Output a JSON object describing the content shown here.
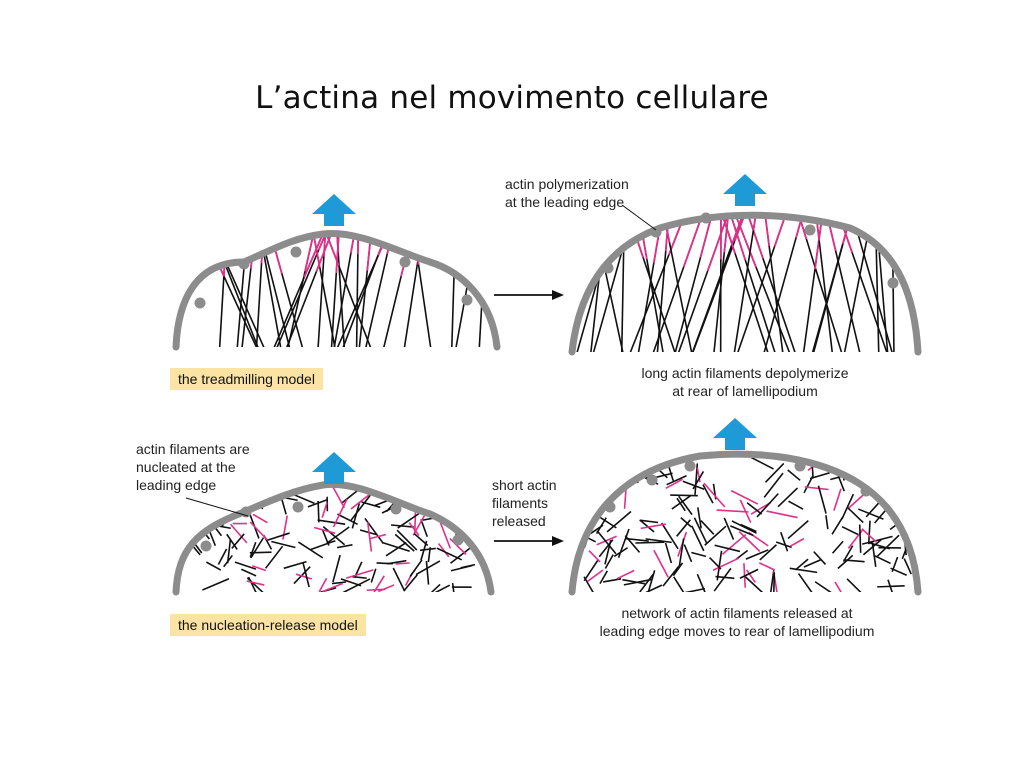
{
  "slide": {
    "title": "L’actina nel movimento cellulare"
  },
  "diagram": {
    "colors": {
      "membrane": "#8c8c8c",
      "filament": "#111111",
      "plus_end": "#e0308a",
      "arrow_up": "#1e9ad6",
      "label_box": "#fbe3a4"
    },
    "treadmilling": {
      "model_label": "the treadmilling model",
      "callout_label": "actin polymerization\nat the leading edge",
      "caption": "long actin filaments depolymerize\nat rear of lamellipodium"
    },
    "nucleation_release": {
      "model_label": "the nucleation-release model",
      "callout_label": "actin filaments are\nnucleated at the\nleading edge",
      "transition_label": "short actin\nfilaments\nreleased",
      "caption": "network of actin filaments released at\nleading edge moves to rear of lamellipodium"
    }
  }
}
